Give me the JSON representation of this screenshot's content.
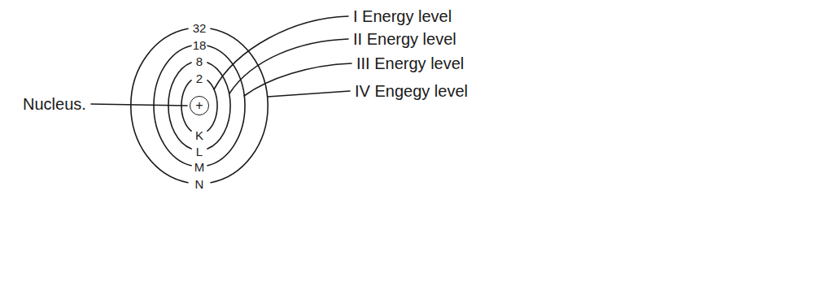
{
  "diagram": {
    "nodes": [
      {
        "text": [
          "+"
        ]
      }
    ],
    "labels": [
      "Nucleus.",
      "32",
      "18",
      "8",
      "2",
      "K",
      "L",
      "M",
      "N",
      "I Energy level",
      "II Energy level",
      "III Energy level",
      "IV Engegy level"
    ]
  }
}
